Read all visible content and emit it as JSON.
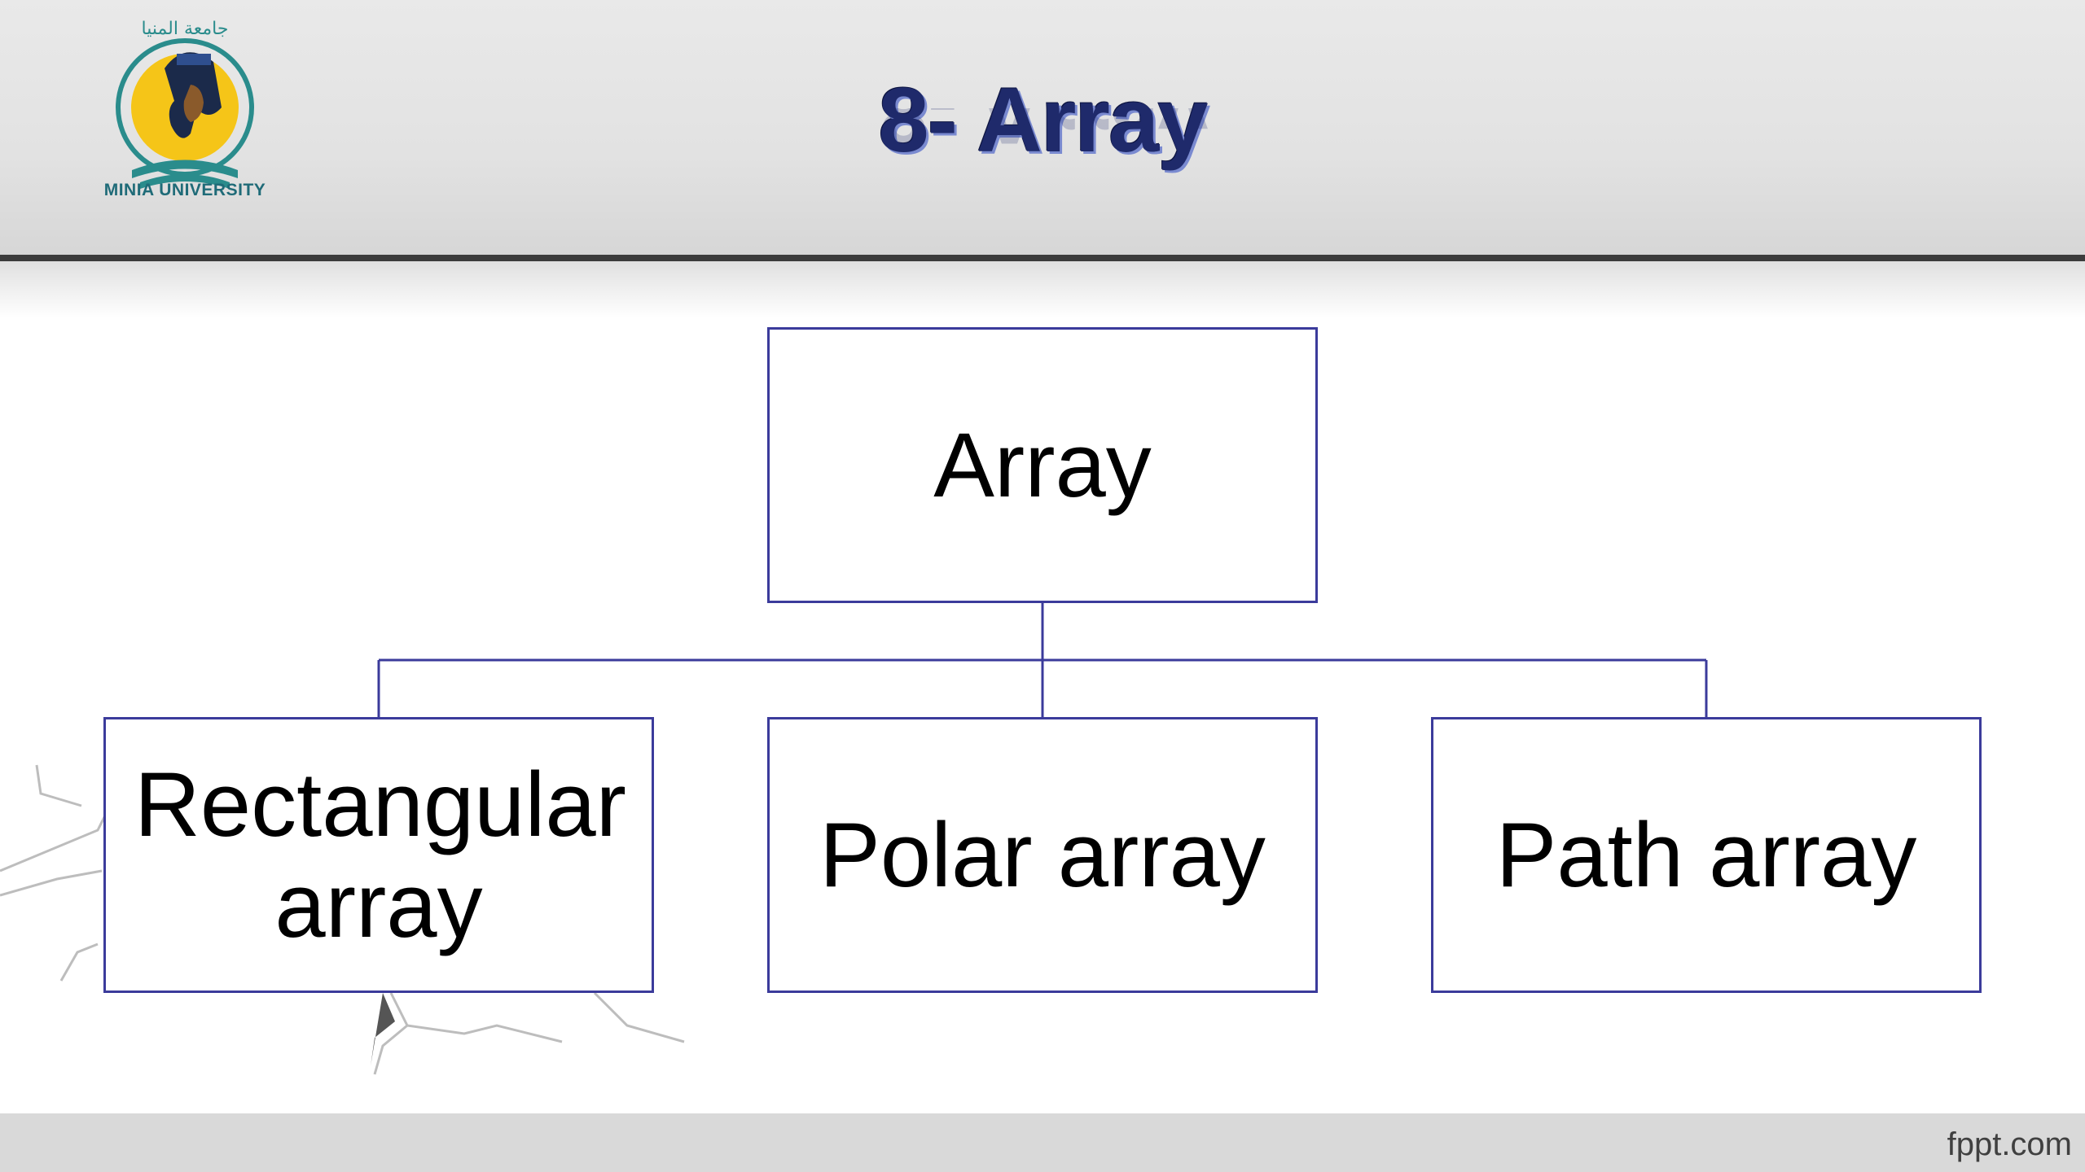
{
  "header": {
    "title": "8- Array",
    "logo_caption": "MINIA UNIVERSITY",
    "logo_arabic": "جامعة المنيا"
  },
  "diagram": {
    "root": {
      "label": "Array"
    },
    "children": [
      {
        "label": "Rectangular array"
      },
      {
        "label": "Polar array"
      },
      {
        "label": "Path array"
      }
    ],
    "border_color": "#3b3b9b"
  },
  "footer": {
    "text": "fppt.com"
  }
}
